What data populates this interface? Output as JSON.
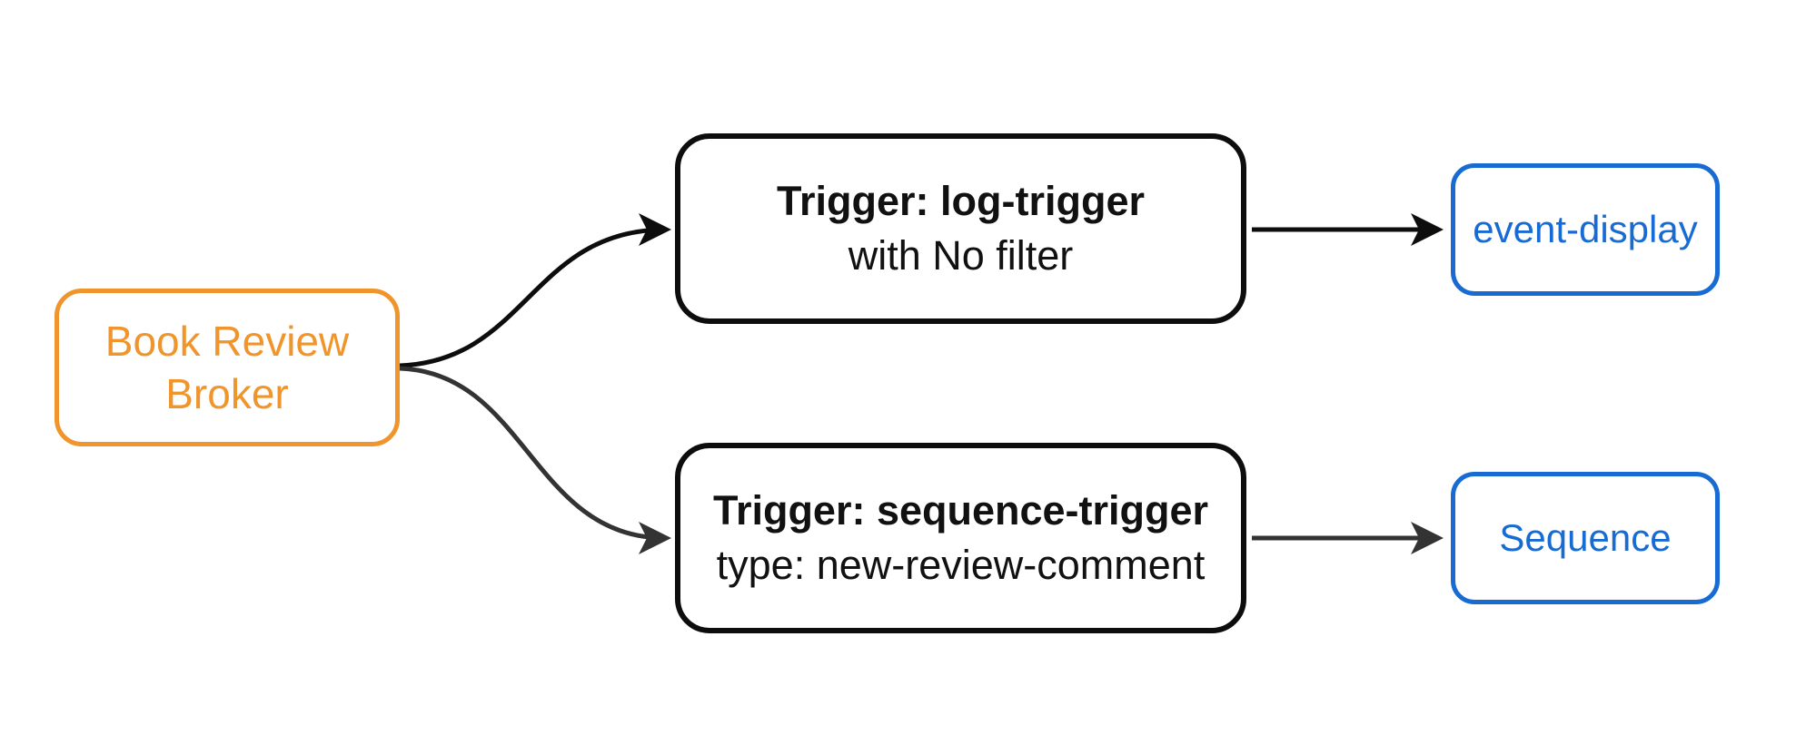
{
  "colors": {
    "background": "#ffffff",
    "orange": "#F0952C",
    "black_node_border": "#0d0d0d",
    "dark_text": "#111111",
    "blue": "#176BD2",
    "edge_top": "#0d0d0d",
    "edge_bottom": "#333333"
  },
  "nodes": {
    "broker": {
      "label": "Book Review Broker"
    },
    "trigger_log": {
      "title": "Trigger: log-trigger",
      "subtitle": "with No filter"
    },
    "trigger_sequence": {
      "title": "Trigger: sequence-trigger",
      "subtitle": "type: new-review-comment"
    },
    "event_display": {
      "label": "event-display"
    },
    "sequence": {
      "label": "Sequence"
    }
  },
  "edges": [
    {
      "from": "broker",
      "to": "trigger_log"
    },
    {
      "from": "broker",
      "to": "trigger_sequence"
    },
    {
      "from": "trigger_log",
      "to": "event_display"
    },
    {
      "from": "trigger_sequence",
      "to": "sequence"
    }
  ]
}
